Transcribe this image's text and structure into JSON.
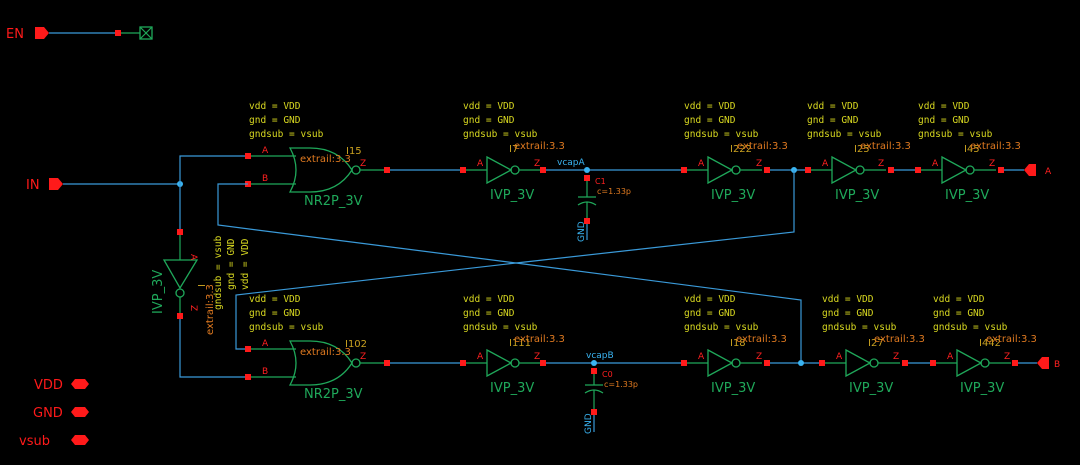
{
  "colors": {
    "background": "#000000",
    "wire": "#3a9ad9",
    "gate": "#1fa85a",
    "pin": "#ff1a1a",
    "param_text": "#d8d820",
    "orange_text": "#e07a20",
    "net_label": "#3ab4f2"
  },
  "ports": {
    "en": "EN",
    "in": "IN",
    "out_a": "A",
    "out_b": "B",
    "vdd": "VDD",
    "gnd": "GND",
    "vsub": "vsub"
  },
  "params": {
    "vdd": "vdd = VDD",
    "gnd": "gnd = GND",
    "gndsub": "gndsub = vsub",
    "extrail": "extrail:3.3",
    "extrail_rot": "extrail:3.3"
  },
  "pins": {
    "a": "A",
    "b": "B",
    "z": "Z"
  },
  "cells": {
    "nor": "NR2P_3V",
    "inv": "IVP_3V"
  },
  "instances": {
    "nor_top": "I15",
    "nor_bot": "I102",
    "inv_in": "I",
    "inv_t1": "I7",
    "inv_t2": "I222",
    "inv_t3": "I25",
    "inv_t4": "I45",
    "inv_b1": "I111",
    "inv_b2": "I18",
    "inv_b3": "I27",
    "inv_b4": "I442"
  },
  "nets": {
    "vcapA": "vcapA",
    "vcapB": "vcapB",
    "gnd": "GND"
  },
  "caps": {
    "c1": {
      "name": "C1",
      "value": "c=1.33p"
    },
    "c0": {
      "name": "C0",
      "value": "c=1.33p"
    }
  }
}
